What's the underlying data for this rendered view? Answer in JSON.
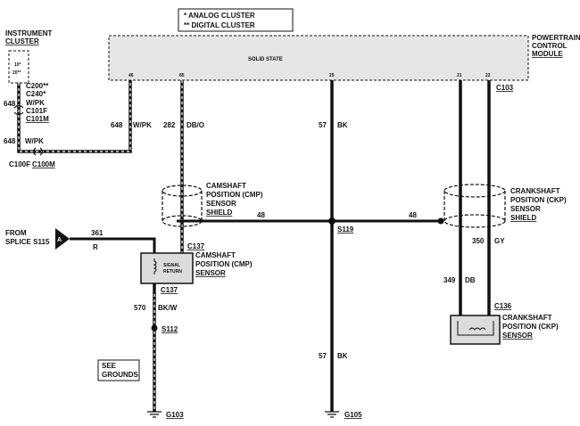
{
  "legend": {
    "analog": "* ANALOG CLUSTER",
    "digital": "** DIGITAL CLUSTER"
  },
  "instrument_cluster": {
    "title_line1": "INSTRUMENT",
    "title_line2": "CLUSTER",
    "pin_a": "10*",
    "pin_b": "20**"
  },
  "pcm": {
    "name_line1": "POWERTRAIN",
    "name_line2": "CONTROL",
    "name_line3": "MODULE",
    "inner_label": "SOLID STATE",
    "connector": "C103",
    "pins": [
      "46",
      "85",
      "25",
      "21",
      "22"
    ]
  },
  "left_connectors": {
    "c200": "C200**",
    "c240": "C240*",
    "c101f": "C101F",
    "c101m": "C101M",
    "c100f": "C100F",
    "c100m": "C100M"
  },
  "wires": {
    "w648_circuit": "648",
    "w648_color": "W/PK",
    "w282_circuit": "282",
    "w282_color": "DB/O",
    "w57_circuit": "57",
    "w57_color": "BK",
    "w48_circuit": "48",
    "w361_circuit": "361",
    "w361_color": "R",
    "w570_circuit": "570",
    "w570_color": "BK/W",
    "w350_circuit": "350",
    "w350_color": "GY",
    "w349_circuit": "349",
    "w349_color": "DB"
  },
  "cmp_shield": {
    "line1": "CAMSHAFT",
    "line2": "POSITION (CMP)",
    "line3": "SENSOR",
    "line4": "SHIELD"
  },
  "ckp_shield": {
    "line1": "CRANKSHAFT",
    "line2": "POSITION (CKP)",
    "line3": "SENSOR",
    "line4": "SHIELD"
  },
  "cmp_sensor": {
    "line1": "CAMSHAFT",
    "line2": "POSITION (CMP)",
    "line3": "SENSOR",
    "inner1": "SIGNAL",
    "inner2": "RETURN",
    "connector_top": "C137",
    "connector_bottom": "C137"
  },
  "ckp_sensor": {
    "line1": "CRANKSHAFT",
    "line2": "POSITION (CKP)",
    "line3": "SENSOR",
    "connector": "C136"
  },
  "splices": {
    "from_line1": "FROM",
    "from_line2": "SPLICE S115",
    "from_marker": "A",
    "s119": "S119",
    "s112": "S112"
  },
  "grounds": {
    "see_line1": "SEE",
    "see_line2": "GROUNDS",
    "g103": "G103",
    "g105": "G105"
  }
}
